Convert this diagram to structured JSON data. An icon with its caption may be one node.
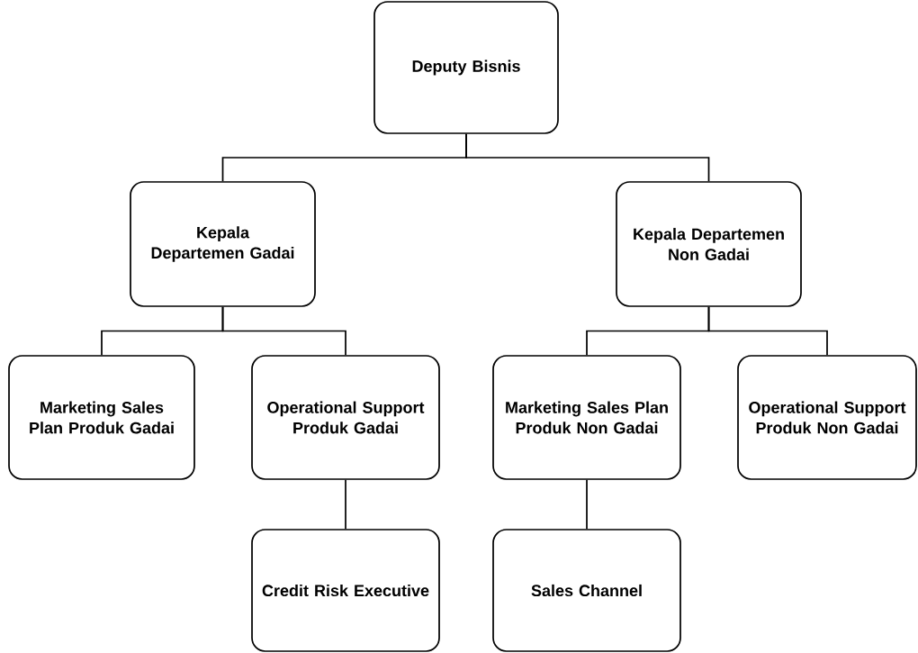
{
  "diagram": {
    "nodes": [
      {
        "text": [
          "Deputy Bisnis"
        ]
      },
      {
        "text": [
          "Kepala Departemen Gadai"
        ]
      },
      {
        "text": [
          "Kepala Departemen Non Gadai"
        ]
      },
      {
        "text": [
          "Marketing Sales Plan Produk Gadai"
        ]
      },
      {
        "text": [
          "Operational Support Produk Gadai"
        ]
      },
      {
        "text": [
          "Marketing Sales Plan Produk Non Gadai"
        ]
      },
      {
        "text": [
          "Operational Support Produk Non Gadai"
        ]
      },
      {
        "text": [
          "Credit Risk Executive"
        ]
      },
      {
        "text": [
          "Sales Channel"
        ]
      }
    ],
    "edges": [
      {
        "from": 0,
        "to": 1,
        "arrow": "none"
      },
      {
        "from": 0,
        "to": 2,
        "arrow": "none"
      },
      {
        "from": 1,
        "to": 3,
        "arrow": "none"
      },
      {
        "from": 1,
        "to": 4,
        "arrow": "none"
      },
      {
        "from": 2,
        "to": 5,
        "arrow": "none"
      },
      {
        "from": 2,
        "to": 6,
        "arrow": "none"
      },
      {
        "from": 4,
        "to": 7,
        "arrow": "none"
      },
      {
        "from": 5,
        "to": 8,
        "arrow": "none"
      }
    ]
  }
}
